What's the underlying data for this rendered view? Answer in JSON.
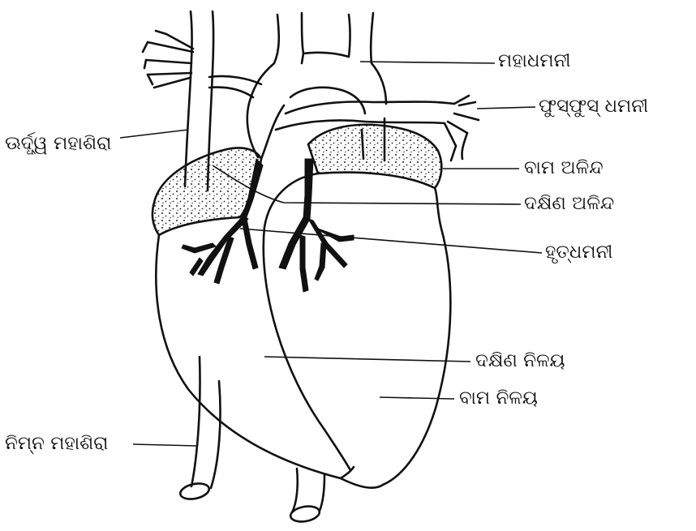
{
  "labels": {
    "aorta": "ମହାଧମନୀ",
    "pulmonary_artery": "ଫୁସ୍‌ଫୁସ୍‌ ଧମନୀ",
    "superior_vena_cava": "ଊର୍ଦ୍ଧ୍ୱ ମହାଶିରା",
    "left_atrium": "ବାମ ଅଳିନ୍ଦ",
    "right_atrium": "ଦକ୍ଷିଣ ଅଳିନ୍ଦ",
    "coronary_artery": "ହୃତ୍‌ଧମନୀ",
    "right_ventricle": "ଦକ୍ଷିଣ ନିଳୟ",
    "left_ventricle": "ବାମ ନିଳୟ",
    "inferior_vena_cava": "ନିମ୍ନ ମହାଶିରା"
  }
}
